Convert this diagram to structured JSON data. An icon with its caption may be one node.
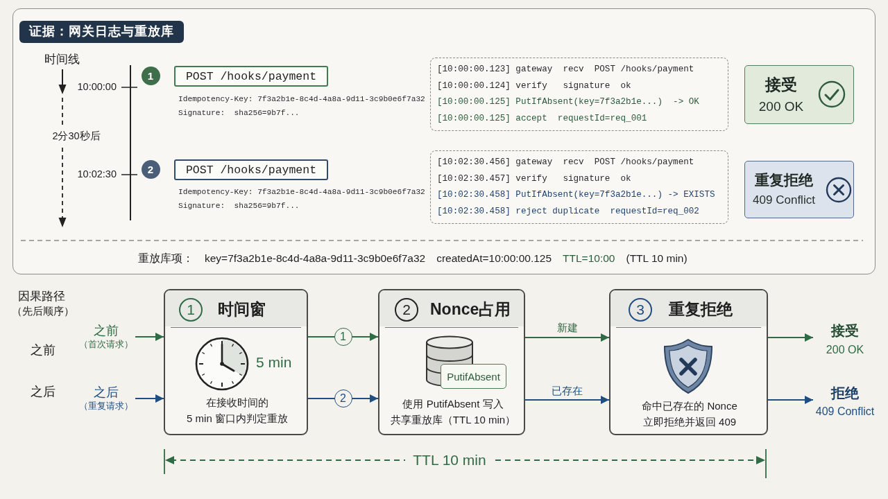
{
  "diagram": {
    "nodes": [
      {
        "text": [
          "证据：网关日志与重放库"
        ]
      },
      {
        "text": [
          "1"
        ],
        "in": 0
      },
      {
        "text": [
          "POST /hooks/payment"
        ],
        "beside": [
          "Idempotency-Key: 7f3a2b1e-8c4d-4a8a-9d11-3c9b0e6f7a32",
          "Signature:  sha256=9b7f..."
        ],
        "in": 0
      },
      {
        "text": [
          "[10:00:00.123] gateway  recv  POST /hooks/payment",
          "[10:00:00.124] verify   signature  ok",
          "[10:00:00.125] PutIfAbsent(key=7f3a2b1e...)  -> OK",
          "[10:00:00.125] accept  requestId=req_001"
        ],
        "in": 0
      },
      {
        "text": [
          "接受",
          "200 OK"
        ],
        "in": 0
      },
      {
        "text": [
          "2"
        ],
        "in": 0
      },
      {
        "text": [
          "POST /hooks/payment"
        ],
        "beside": [
          "Idempotency-Key: 7f3a2b1e-8c4d-4a8a-9d11-3c9b0e6f7a32",
          "Signature:  sha256=9b7f..."
        ],
        "in": 0
      },
      {
        "text": [
          "[10:02:30.456] gateway  recv  POST /hooks/payment",
          "[10:02:30.457] verify   signature  ok",
          "[10:02:30.458] PutIfAbsent(key=7f3a2b1e...) -> EXISTS",
          "[10:02:30.458] reject duplicate  requestId=req_002"
        ],
        "in": 0
      },
      {
        "text": [
          "重复拒绝",
          "409 Conflict"
        ],
        "in": 0
      },
      {
        "text": [
          "之前",
          "（首次请求）"
        ]
      },
      {
        "text": [
          "之后",
          "（重复请求）"
        ]
      },
      {
        "text": [
          "1",
          "时间窗",
          "5 min",
          "在接收时间的 5 min 窗口内判定重放"
        ]
      },
      {
        "text": [
          "2",
          "Nonce占用",
          "使用 PutifAbsent 写入共享重放库（TTL 10 min）"
        ]
      },
      {
        "text": [
          "PutifAbsent"
        ],
        "in": 12
      },
      {
        "text": [
          "3",
          "重复拒绝",
          "命中已存在的 Nonce 立即拒绝并返回 409"
        ]
      },
      {
        "text": [
          "接受",
          "200 OK"
        ]
      },
      {
        "text": [
          "拒绝",
          "409 Conflict"
        ]
      }
    ],
    "edges": [
      {
        "from": 9,
        "to": 11,
        "arrow": "to"
      },
      {
        "from": 10,
        "to": 11,
        "arrow": "to",
        "color": "#1f4e82"
      },
      {
        "from": 11,
        "to": 12,
        "arrow": "to",
        "label": "1"
      },
      {
        "from": 11,
        "to": 12,
        "arrow": "to",
        "label": "2",
        "color": "#1f4e82"
      },
      {
        "from": 12,
        "to": 14,
        "arrow": "to",
        "label": "新建"
      },
      {
        "from": 12,
        "to": 14,
        "arrow": "to",
        "label": "已存在",
        "color": "#1f4e82"
      },
      {
        "from": 14,
        "to": 15,
        "arrow": "to"
      },
      {
        "from": 14,
        "to": 16,
        "arrow": "to",
        "color": "#1f4e82"
      }
    ],
    "labels": [
      "时间线",
      "10:00:00",
      "2分30秒后",
      "10:02:30",
      "重放库项：",
      "key=7f3a2b1e-8c4d-4a8a-9d11-3c9b0e6f7a32",
      "createdAt=10:00:00.125",
      "TTL=10:00",
      "(TTL 10 min)",
      "因果路径",
      "（先后顺序）",
      "之前",
      "之后",
      "TTL 10 min"
    ]
  }
}
